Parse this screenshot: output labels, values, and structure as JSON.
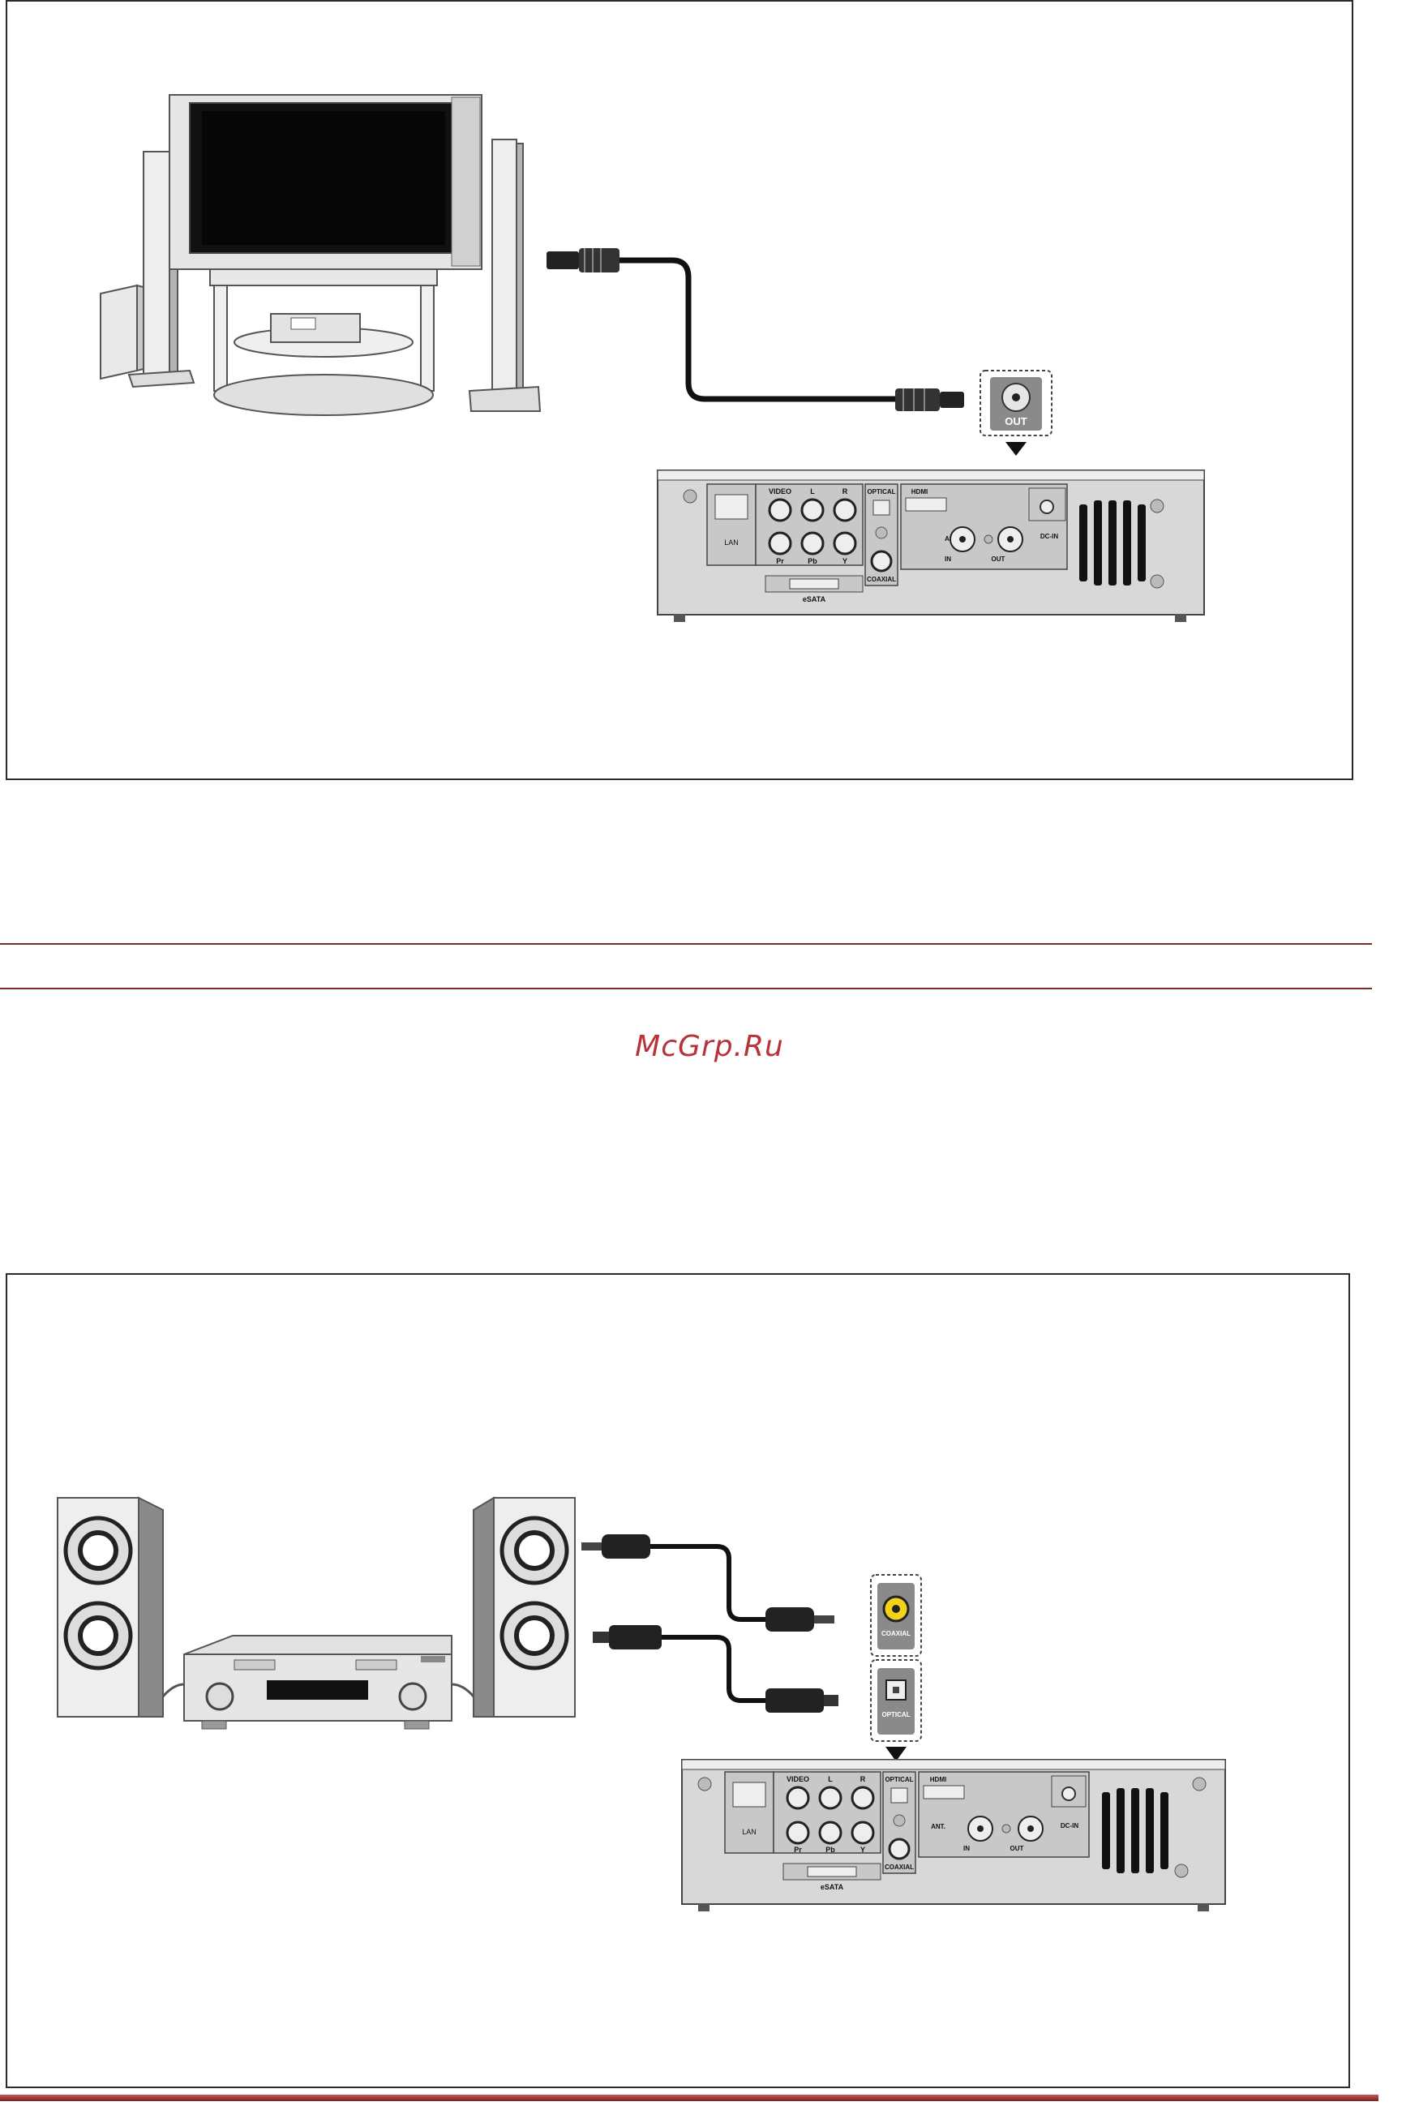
{
  "watermark": "McGrp.Ru",
  "colors": {
    "rule": "#7a2c2c",
    "watermark": "#b8323a",
    "device_body": "#d8d8d8",
    "cable": "#1a1a1a",
    "coaxial_jack": "#f2d21a"
  },
  "diagram_top": {
    "port_callout": "OUT",
    "device_labels": {
      "video": "VIDEO",
      "l": "L",
      "r": "R",
      "pr": "Pr",
      "pb": "Pb",
      "y": "Y",
      "lan": "LAN",
      "optical": "OPTICAL",
      "coaxial": "COAXIAL",
      "hdmi": "HDMI",
      "ant": "ANT.",
      "in": "IN",
      "out": "OUT",
      "dc_in": "DC-IN",
      "esata": "eSATA"
    }
  },
  "diagram_bottom": {
    "callout_coaxial": "COAXIAL",
    "callout_optical": "OPTICAL",
    "device_labels": {
      "video": "VIDEO",
      "l": "L",
      "r": "R",
      "pr": "Pr",
      "pb": "Pb",
      "y": "Y",
      "lan": "LAN",
      "optical": "OPTICAL",
      "coaxial": "COAXIAL",
      "hdmi": "HDMI",
      "ant": "ANT.",
      "in": "IN",
      "out": "OUT",
      "dc_in": "DC-IN",
      "esata": "eSATA"
    }
  }
}
